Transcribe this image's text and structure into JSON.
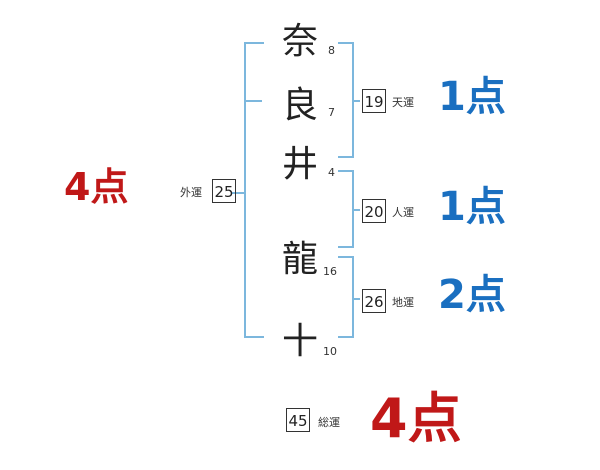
{
  "name_chars": [
    {
      "char": "奈",
      "strokes": "8"
    },
    {
      "char": "良",
      "strokes": "7"
    },
    {
      "char": "井",
      "strokes": "4"
    },
    {
      "char": "龍",
      "strokes": "16"
    },
    {
      "char": "十",
      "strokes": "10"
    }
  ],
  "fortunes": {
    "tenun": {
      "value": "19",
      "label": "天運",
      "score": "1点"
    },
    "jinun": {
      "value": "20",
      "label": "人運",
      "score": "1点"
    },
    "chiun": {
      "value": "26",
      "label": "地運",
      "score": "2点"
    },
    "gaiun": {
      "value": "25",
      "label": "外運",
      "score": "4点"
    },
    "souun": {
      "value": "45",
      "label": "総運",
      "score": "4点"
    }
  },
  "colors": {
    "bracket": "#7cb7dd",
    "score_blue": "#1a6fc0",
    "score_red": "#c01818"
  }
}
